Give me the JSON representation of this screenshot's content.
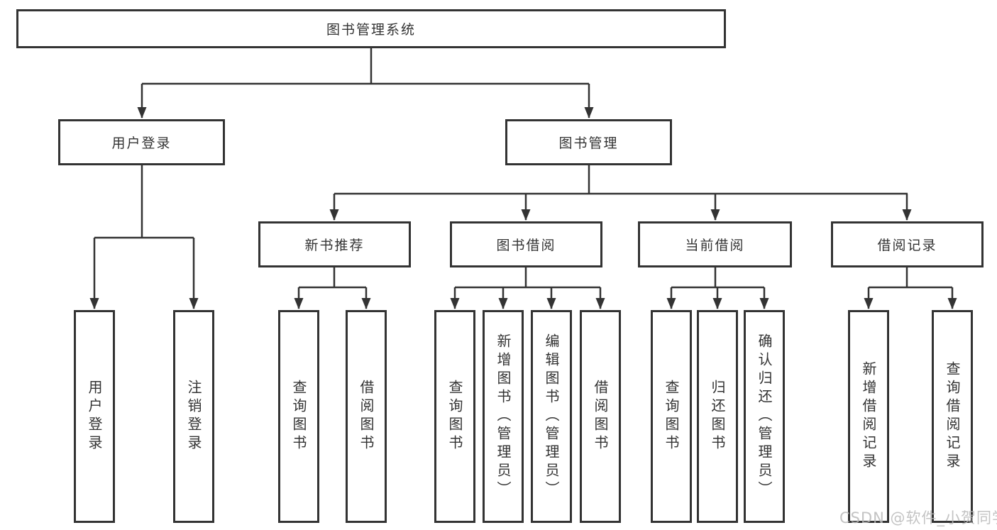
{
  "diagram": {
    "root": {
      "label": "图书管理系统"
    },
    "user_login": {
      "label": "用户登录",
      "children": [
        {
          "label": "用户登录"
        },
        {
          "label": "注销登录"
        }
      ]
    },
    "book_management": {
      "label": "图书管理",
      "new_book_recommend": {
        "label": "新书推荐",
        "children": [
          {
            "label": "查询图书"
          },
          {
            "label": "借阅图书"
          }
        ]
      },
      "book_borrow": {
        "label": "图书借阅",
        "children": [
          {
            "label": "查询图书"
          },
          {
            "label": "新增图书（管理员）"
          },
          {
            "label": "编辑图书（管理员）"
          },
          {
            "label": "借阅图书"
          }
        ]
      },
      "current_borrow": {
        "label": "当前借阅",
        "children": [
          {
            "label": "查询图书"
          },
          {
            "label": "归还图书"
          },
          {
            "label": "确认归还（管理员）"
          }
        ]
      },
      "borrow_records": {
        "label": "借阅记录",
        "children": [
          {
            "label": "新增借阅记录"
          },
          {
            "label": "查询借阅记录"
          }
        ]
      }
    }
  },
  "watermark": {
    "text": "CSDN @软件_小贺同学"
  },
  "colors": {
    "line": "#333333",
    "text": "#333333",
    "background": "#ffffff",
    "watermark": "#b9b9b9"
  }
}
